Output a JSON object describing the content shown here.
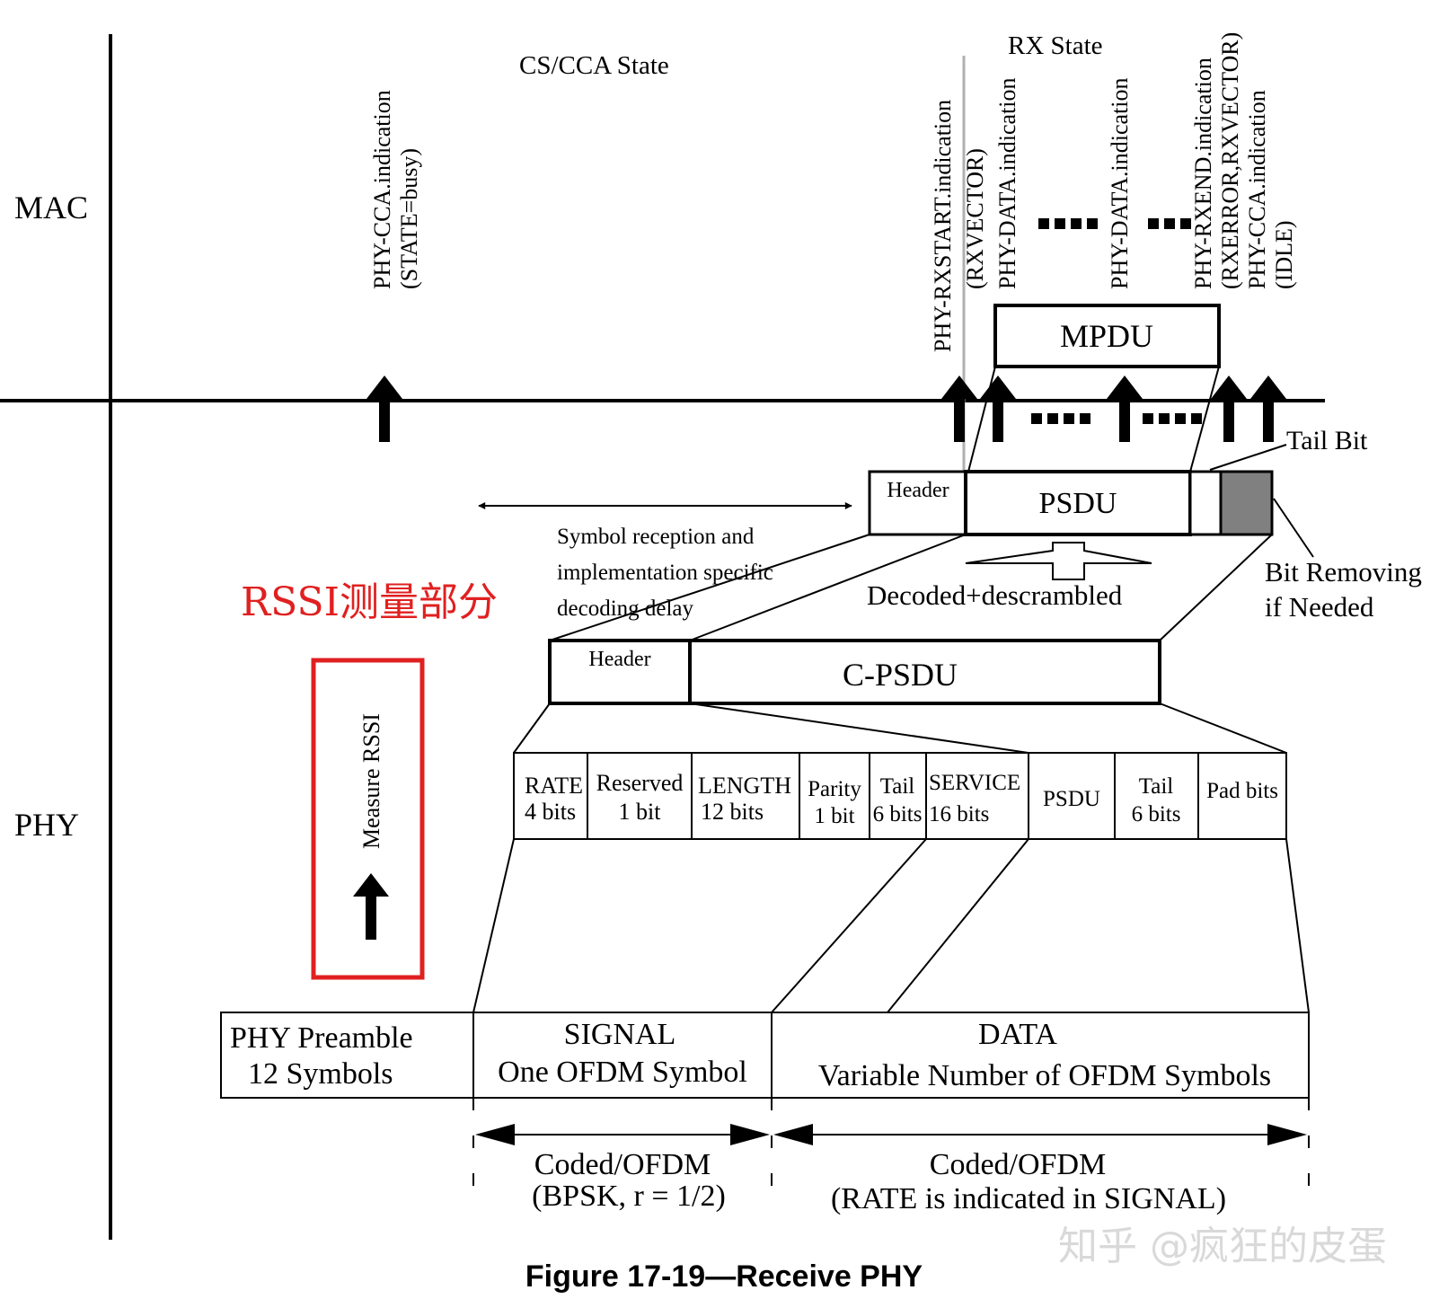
{
  "colors": {
    "line": "#000000",
    "highlight_red": "#e02020",
    "tail_fill": "#808080",
    "divider_gray": "#b0b0b0",
    "watermark": "#d9d9d9"
  },
  "layers": {
    "mac": "MAC",
    "phy": "PHY"
  },
  "states": {
    "cs_cca": "CS/CCA State",
    "rx": "RX State"
  },
  "primitives": {
    "cca_busy_1": "PHY-CCA.indication",
    "cca_busy_2": "(STATE=busy)",
    "rxstart_1": "PHY-RXSTART.indication",
    "rxstart_2": "(RXVECTOR)",
    "data_1": "PHY-DATA.indication",
    "data_2": "PHY-DATA.indication",
    "rxend_1": "PHY-RXEND.indication",
    "rxend_2": "(RXERROR,RXVECTOR)",
    "cca_idle_1": "PHY-CCA.indication",
    "cca_idle_2": "(IDLE)"
  },
  "mpdu": "MPDU",
  "tail_bit": "Tail Bit",
  "psdu_frame": {
    "header": "Header",
    "psdu": "PSDU"
  },
  "delay": {
    "line1": "Symbol reception and",
    "line2": "implementation specific",
    "line3": "decoding delay"
  },
  "decoded": "Decoded+descrambled",
  "bit_removing": {
    "line1": "Bit Removing",
    "line2": "if Needed"
  },
  "rssi_label": "RSSI测量部分",
  "measure_rssi": "Measure RSSI",
  "cpsdu_frame": {
    "header": "Header",
    "cpsdu": "C-PSDU"
  },
  "fields": {
    "rate": [
      "RATE",
      "4 bits"
    ],
    "reserved": [
      "Reserved",
      "1 bit"
    ],
    "length": [
      "LENGTH",
      "12 bits"
    ],
    "parity": [
      "Parity",
      "1 bit"
    ],
    "tail": [
      "Tail",
      "6 bits"
    ],
    "service": [
      "SERVICE",
      "16 bits"
    ],
    "psdu": "PSDU",
    "tail2": [
      "Tail",
      "6 bits"
    ],
    "pad": "Pad bits"
  },
  "ppdu": {
    "preamble": [
      "PHY Preamble",
      "12 Symbols"
    ],
    "signal": [
      "SIGNAL",
      "One OFDM Symbol"
    ],
    "data": [
      "DATA",
      "Variable Number of OFDM Symbols"
    ]
  },
  "coding": {
    "signal": [
      "Coded/OFDM",
      "(BPSK, r = 1/2)"
    ],
    "data": [
      "Coded/OFDM",
      "(RATE is indicated in SIGNAL)"
    ]
  },
  "caption": "Figure 17-19—Receive PHY",
  "watermark": "知乎 @疯狂的皮蛋"
}
